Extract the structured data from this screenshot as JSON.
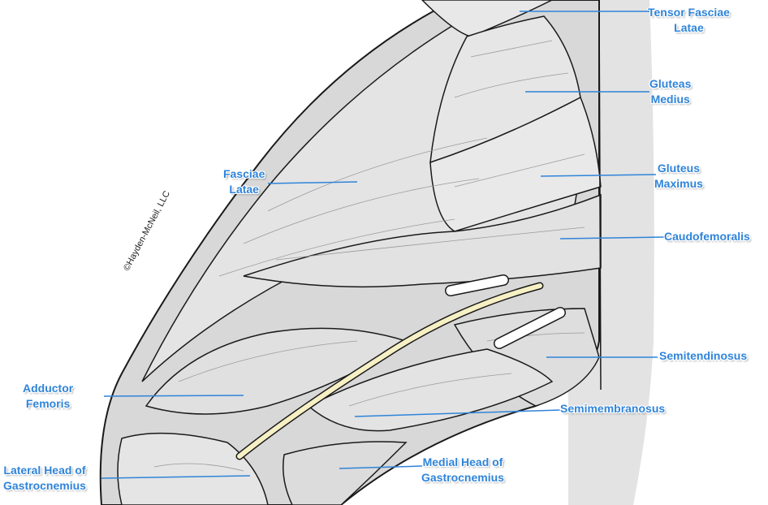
{
  "copyright": "©Hayden-McNeil, LLC",
  "colors": {
    "label_text": "#2f84d9",
    "leader_line": "#2f84d9",
    "muscle_fill": "#d9d9d9",
    "muscle_light": "#ebebeb",
    "outline": "#1a1a1a",
    "nerve": "#f6f0c4"
  },
  "labels": {
    "tensor_fasciae_latae": {
      "line1": "Tensor Fasciae",
      "line2": "Latae"
    },
    "gluteas_medius": {
      "line1": "Gluteas",
      "line2": "Medius"
    },
    "gluteus_maximus": {
      "line1": "Gluteus",
      "line2": "Maximus"
    },
    "fasciae_latae": {
      "line1": "Fasciae",
      "line2": "Latae"
    },
    "caudofemoralis": {
      "line1": "Caudofemoralis"
    },
    "semitendinosus": {
      "line1": "Semitendinosus"
    },
    "adductor_femoris": {
      "line1": "Adductor",
      "line2": "Femoris"
    },
    "semimembranosus": {
      "line1": "Semimembranosus"
    },
    "lateral_head_gastrocnemius": {
      "line1": "Lateral Head of",
      "line2": "Gastrocnemius"
    },
    "medial_head_gastrocnemius": {
      "line1": "Medial Head of",
      "line2": "Gastrocnemius"
    }
  }
}
